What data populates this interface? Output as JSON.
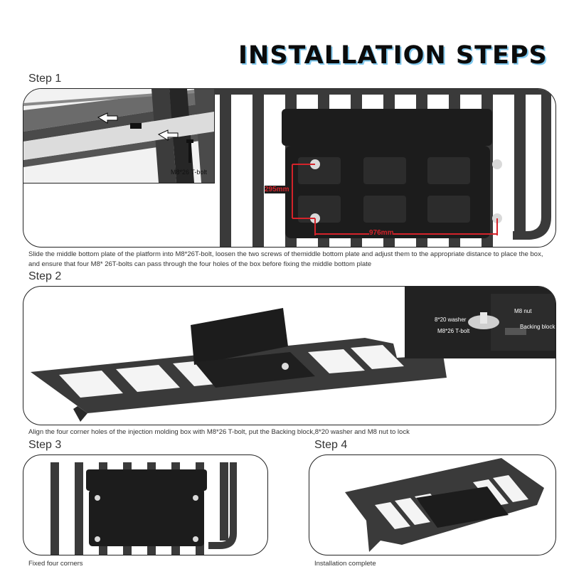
{
  "title": "INSTALLATION STEPS",
  "steps": [
    {
      "label": "Step 1",
      "caption_line1": "Slide the middle bottom plate of the platform into M8*26T-bolt, loosen the two screws of themiddle bottom plate and adjust them to the appropriate distance to place the box,",
      "caption_line2": "and ensure that four M8* 26T-bolts can pass through the four holes of the box before fixing the middle bottom plate",
      "bolt_label": "M8*26 T-bolt",
      "dim_vertical": "295mm",
      "dim_horizontal": "976mm"
    },
    {
      "label": "Step 2",
      "caption": "Align the four corner holes of the injection molding box with M8*26 T-bolt, put the Backing block,8*20 washer and M8 nut  to lock",
      "inset_labels": {
        "nut": "M8 nut",
        "washer": "8*20 washer",
        "bolt": "M8*26 T-bolt",
        "block": "Backing block"
      }
    },
    {
      "label": "Step 3",
      "caption": "Fixed four corners"
    },
    {
      "label": "Step 4",
      "caption": "Installation complete"
    }
  ],
  "colors": {
    "accent_shadow": "#7fc8ee",
    "dimension": "#d4232a",
    "metal": "#3a3a3a",
    "box": "#1c1c1c"
  }
}
